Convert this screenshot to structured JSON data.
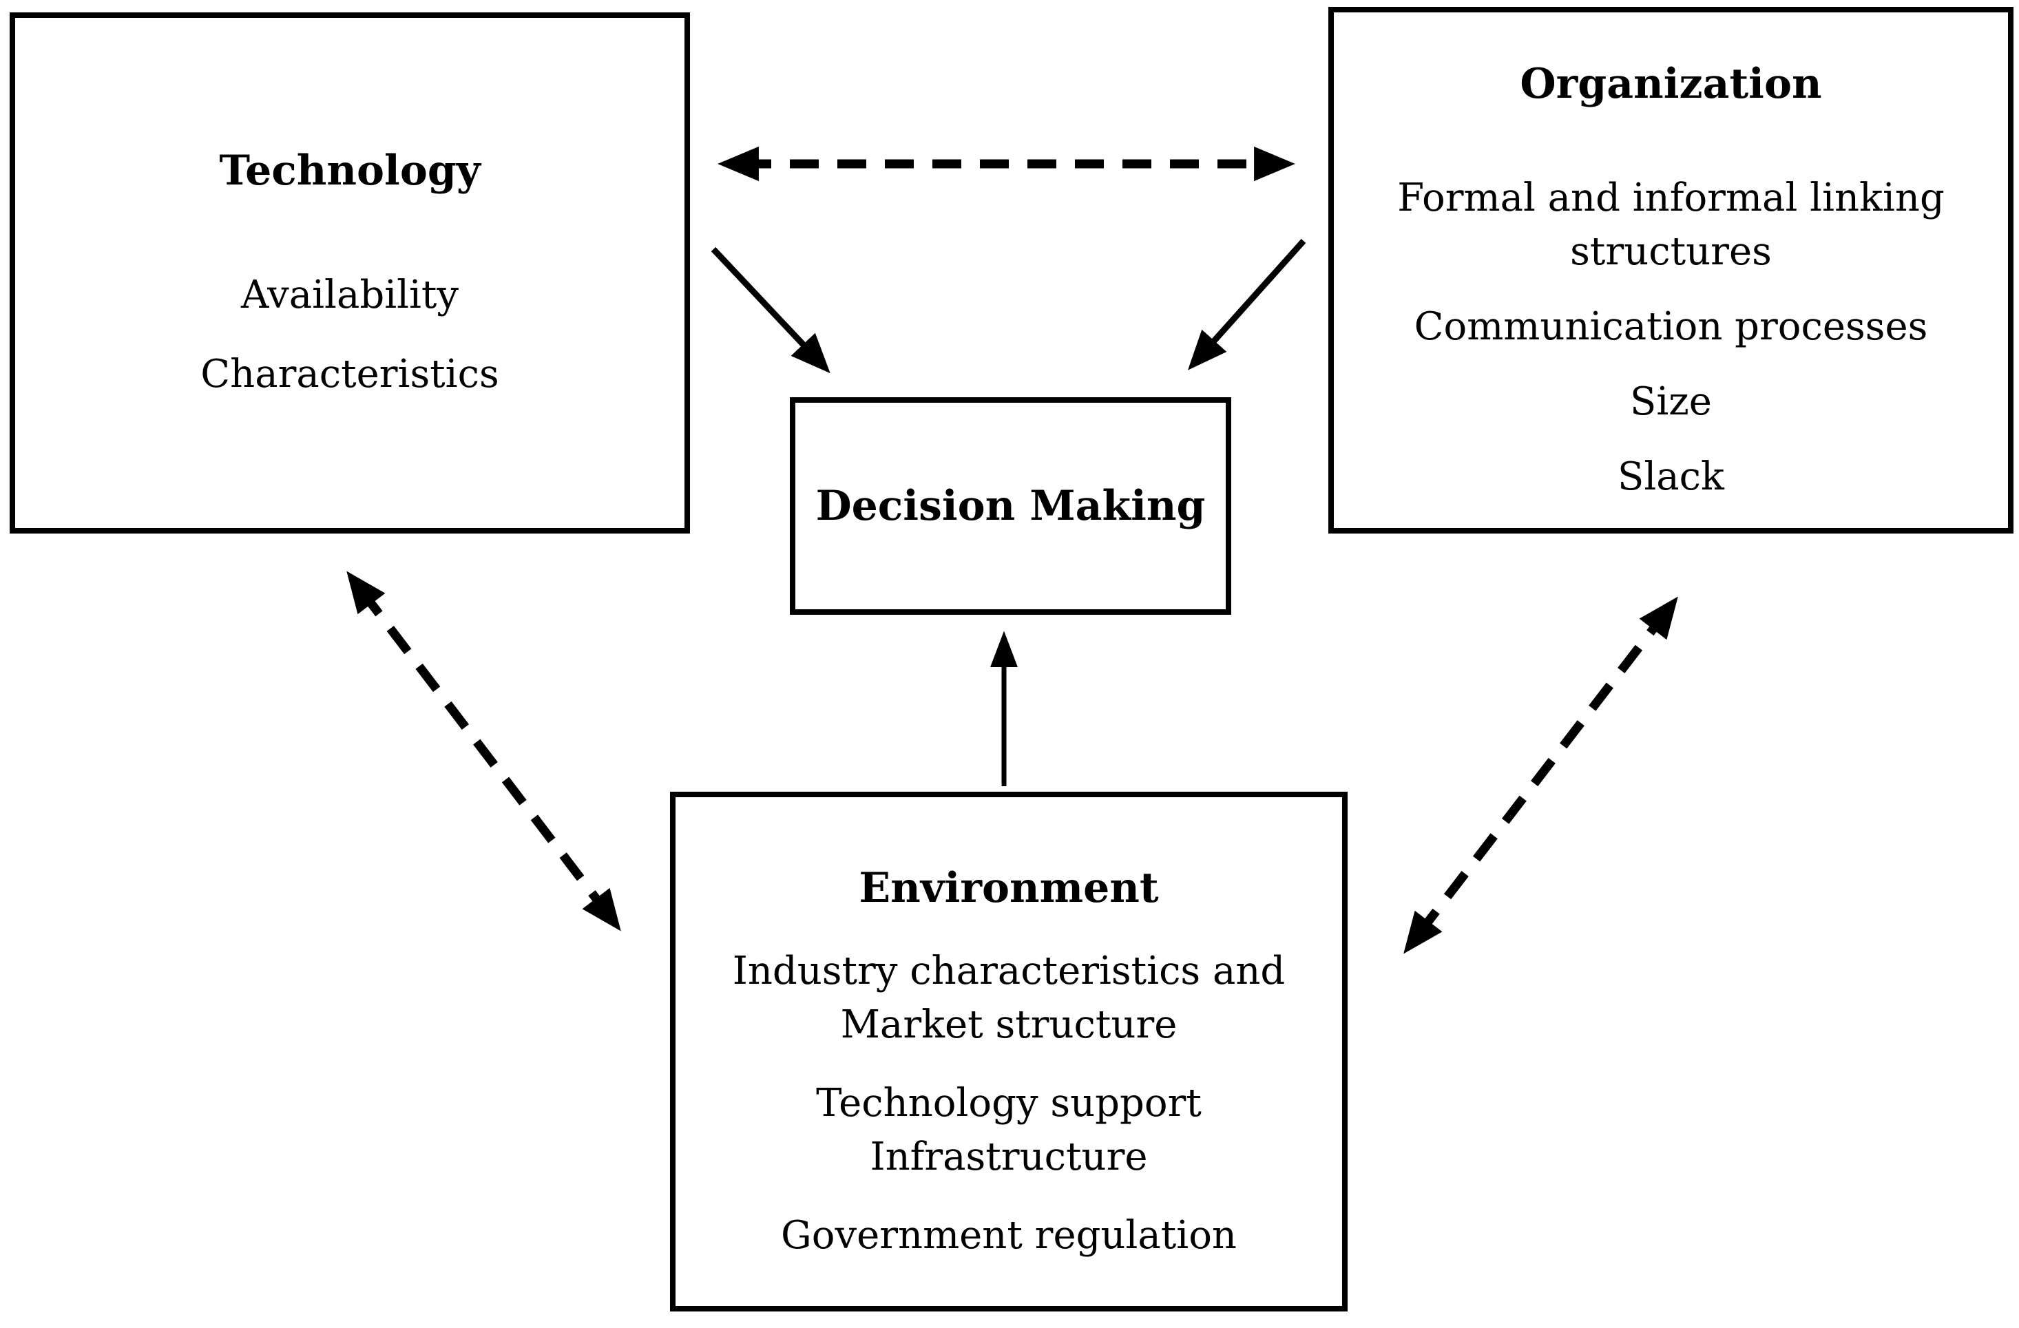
{
  "diagram": {
    "boxes": {
      "technology": {
        "title": "Technology",
        "items": [
          "Availability",
          "Characteristics"
        ]
      },
      "organization": {
        "title": "Organization",
        "items": [
          "Formal and informal linking\nstructures",
          "Communication processes",
          "Size",
          "Slack"
        ]
      },
      "decision": {
        "title": "Decision Making"
      },
      "environment": {
        "title": "Environment",
        "items": [
          "Industry characteristics and\nMarket structure",
          "Technology support\nInfrastructure",
          "Government regulation"
        ]
      }
    },
    "arrows": [
      {
        "from": "Technology",
        "to": "Organization",
        "style": "dashed",
        "bidirectional": true
      },
      {
        "from": "Technology",
        "to": "Decision Making",
        "style": "solid",
        "bidirectional": false
      },
      {
        "from": "Organization",
        "to": "Decision Making",
        "style": "solid",
        "bidirectional": false
      },
      {
        "from": "Environment",
        "to": "Decision Making",
        "style": "solid",
        "bidirectional": false
      },
      {
        "from": "Technology",
        "to": "Environment",
        "style": "dashed",
        "bidirectional": true
      },
      {
        "from": "Organization",
        "to": "Environment",
        "style": "dashed",
        "bidirectional": true
      }
    ],
    "colors": {
      "foreground": "#000000",
      "background": "#ffffff"
    }
  }
}
